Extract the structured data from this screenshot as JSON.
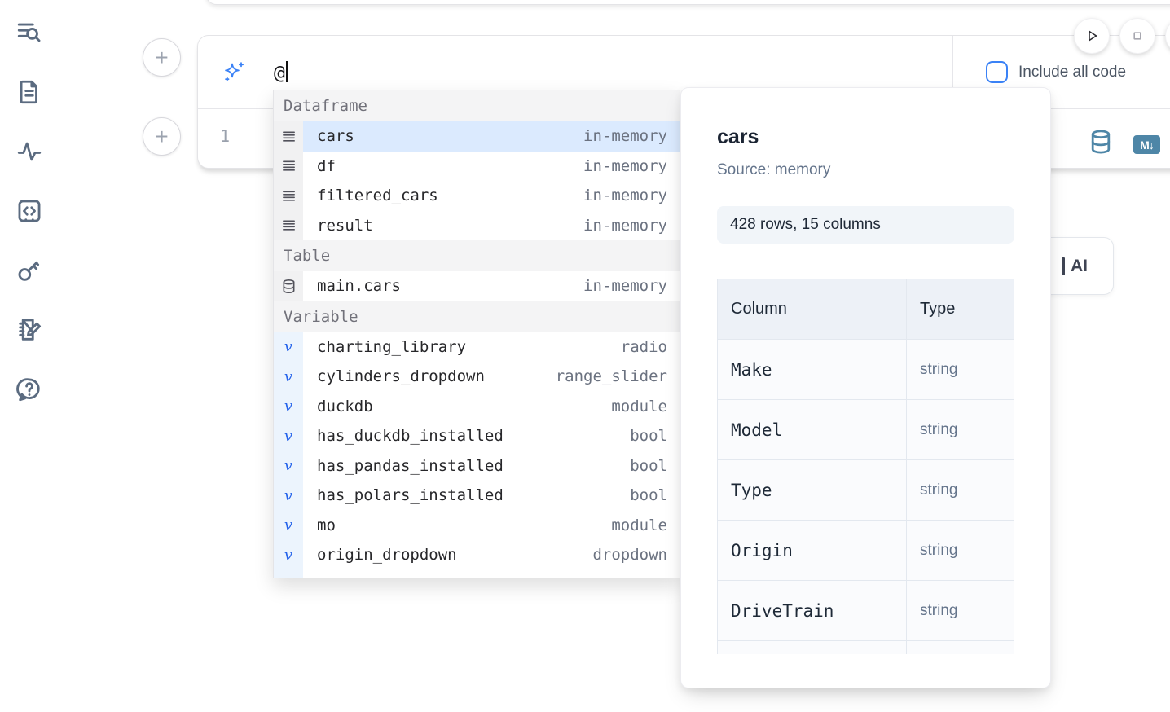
{
  "sidebar": {
    "icons": [
      "list-search-icon",
      "file-document-icon",
      "activity-icon",
      "code-snippets-icon",
      "key-icon",
      "scratchpad-icon",
      "help-chat-icon"
    ]
  },
  "add_cell_buttons": {
    "top_label": "+",
    "bottom_label": "+"
  },
  "prompt": {
    "value": "@",
    "include_all_code_label": "Include all code",
    "include_all_code_checked": false
  },
  "editor": {
    "line_number": "1"
  },
  "cell_toolbar": {
    "markdown_badge": "M↓",
    "icons": [
      "database-icon",
      "markdown-icon"
    ]
  },
  "run_controls": {
    "icons": [
      "play-icon",
      "stop-icon"
    ]
  },
  "autocomplete": {
    "sections": [
      {
        "label": "Dataframe",
        "icon": "dataframe-rows-icon",
        "items": [
          {
            "name": "cars",
            "type": "in-memory",
            "selected": true
          },
          {
            "name": "df",
            "type": "in-memory"
          },
          {
            "name": "filtered_cars",
            "type": "in-memory"
          },
          {
            "name": "result",
            "type": "in-memory"
          }
        ]
      },
      {
        "label": "Table",
        "icon": "database-icon",
        "items": [
          {
            "name": "main.cars",
            "type": "in-memory"
          }
        ]
      },
      {
        "label": "Variable",
        "icon": "variable-v-icon",
        "items": [
          {
            "name": "charting_library",
            "type": "radio"
          },
          {
            "name": "cylinders_dropdown",
            "type": "range_slider"
          },
          {
            "name": "duckdb",
            "type": "module"
          },
          {
            "name": "has_duckdb_installed",
            "type": "bool"
          },
          {
            "name": "has_pandas_installed",
            "type": "bool"
          },
          {
            "name": "has_polars_installed",
            "type": "bool"
          },
          {
            "name": "mo",
            "type": "module"
          },
          {
            "name": "origin_dropdown",
            "type": "dropdown"
          },
          {
            "name": "",
            "type": "",
            "partial": true
          }
        ]
      }
    ]
  },
  "preview": {
    "title": "cars",
    "source": "Source: memory",
    "shape_badge": "428 rows, 15 columns",
    "table": {
      "headers": [
        "Column",
        "Type"
      ],
      "rows": [
        [
          "Make",
          "string"
        ],
        [
          "Model",
          "string"
        ],
        [
          "Type",
          "string"
        ],
        [
          "Origin",
          "string"
        ],
        [
          "DriveTrain",
          "string"
        ]
      ],
      "partial_row": true
    }
  },
  "ai_button": {
    "label": "AI"
  },
  "colors": {
    "accent_blue": "#3b82f6",
    "steel_blue": "#4e86a7",
    "selected_row": "#dbeafe",
    "icon_slate": "#5b6b80"
  }
}
